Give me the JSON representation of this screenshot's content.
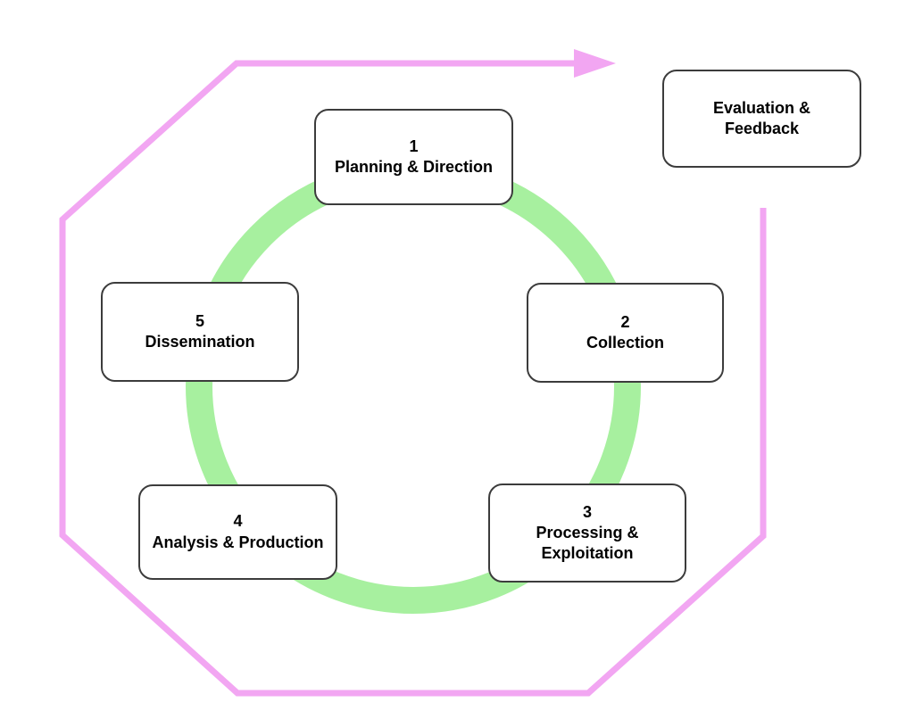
{
  "diagram": {
    "kind": "intelligence-cycle",
    "nodes": [
      {
        "number": "1",
        "name": "Planning & Direction"
      },
      {
        "number": "2",
        "name": "Collection"
      },
      {
        "number": "3",
        "name": "Processing &\nExploitation"
      },
      {
        "number": "4",
        "name": "Analysis & Production"
      },
      {
        "number": "5",
        "name": "Dissemination"
      }
    ],
    "feedback_node": {
      "name": "Evaluation &\nFeedback"
    },
    "colors": {
      "ring": "#a7f09f",
      "path": "#f2a6f2",
      "box_border": "#3c3c3c",
      "box_fill": "#ffffff",
      "text": "#000000"
    }
  }
}
